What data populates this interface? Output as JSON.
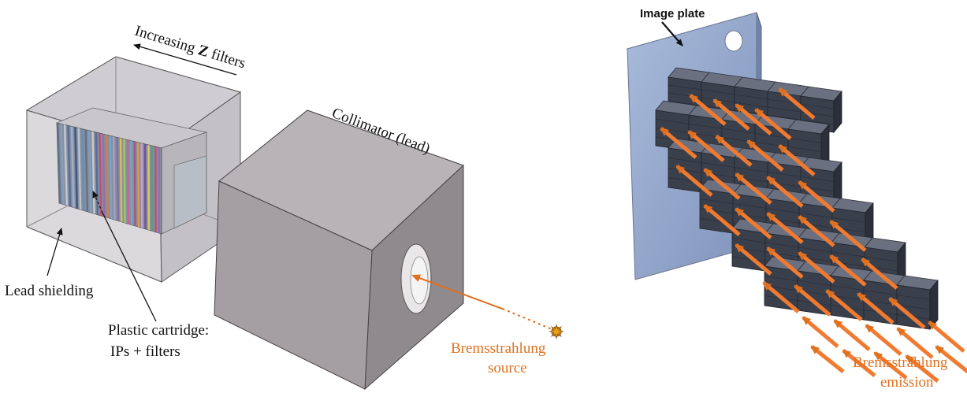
{
  "left_figure": {
    "increasing_label_pre": "Increasing ",
    "increasing_label_bold": "Z",
    "increasing_label_post": " filters",
    "collimator_label": "Collimator (lead)",
    "lead_shielding_label": "Lead shielding",
    "plastic_cartridge_line1": "Plastic cartridge:",
    "plastic_cartridge_line2": "IPs + filters",
    "source_line1": "Bremsstrahlung",
    "source_line2": "source"
  },
  "right_figure": {
    "image_plate_label": "Image plate",
    "emission_line1": "Bremsstrahlung",
    "emission_line2": "emission"
  },
  "colors": {
    "accent_orange": "#e0701e",
    "lead_gray": "#a59ea3",
    "plate_blue": "#8fa3c8",
    "stack_dark": "#3a3f4c"
  }
}
